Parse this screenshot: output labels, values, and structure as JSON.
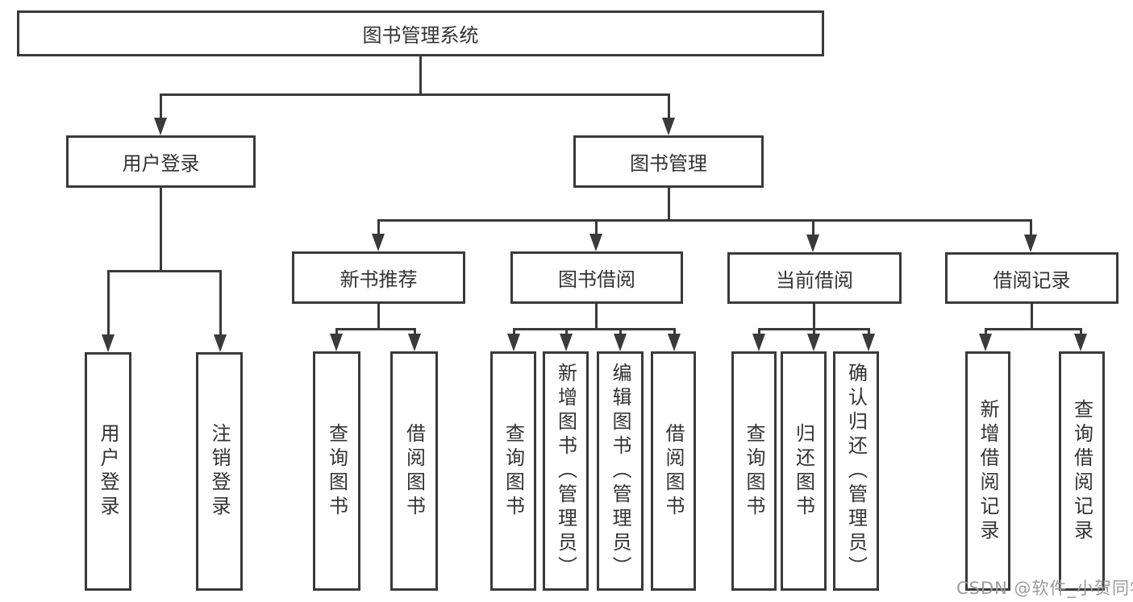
{
  "diagram": {
    "title": "图书管理系统",
    "root": {
      "label": "图书管理系统"
    },
    "level2": [
      {
        "label": "用户登录"
      },
      {
        "label": "图书管理"
      }
    ],
    "level3": [
      {
        "label": "新书推荐"
      },
      {
        "label": "图书借阅"
      },
      {
        "label": "当前借阅"
      },
      {
        "label": "借阅记录"
      }
    ],
    "leaves": {
      "user_login": [
        "用户登录",
        "注销登录"
      ],
      "new_books": [
        "查询图书",
        "借阅图书"
      ],
      "book_borrow": [
        "查询图书",
        "新增图书（管理员）",
        "编辑图书（管理员）",
        "借阅图书"
      ],
      "current_borrow": [
        "查询图书",
        "归还图书",
        "确认归还（管理员）"
      ],
      "borrow_records": [
        "新增借阅记录",
        "查询借阅记录"
      ]
    }
  },
  "watermark": "CSDN @软件_小贺同学",
  "colors": {
    "line": "#3a3a3a",
    "text": "#333333",
    "watermark": "#9b9b9b",
    "background": "#ffffff"
  }
}
